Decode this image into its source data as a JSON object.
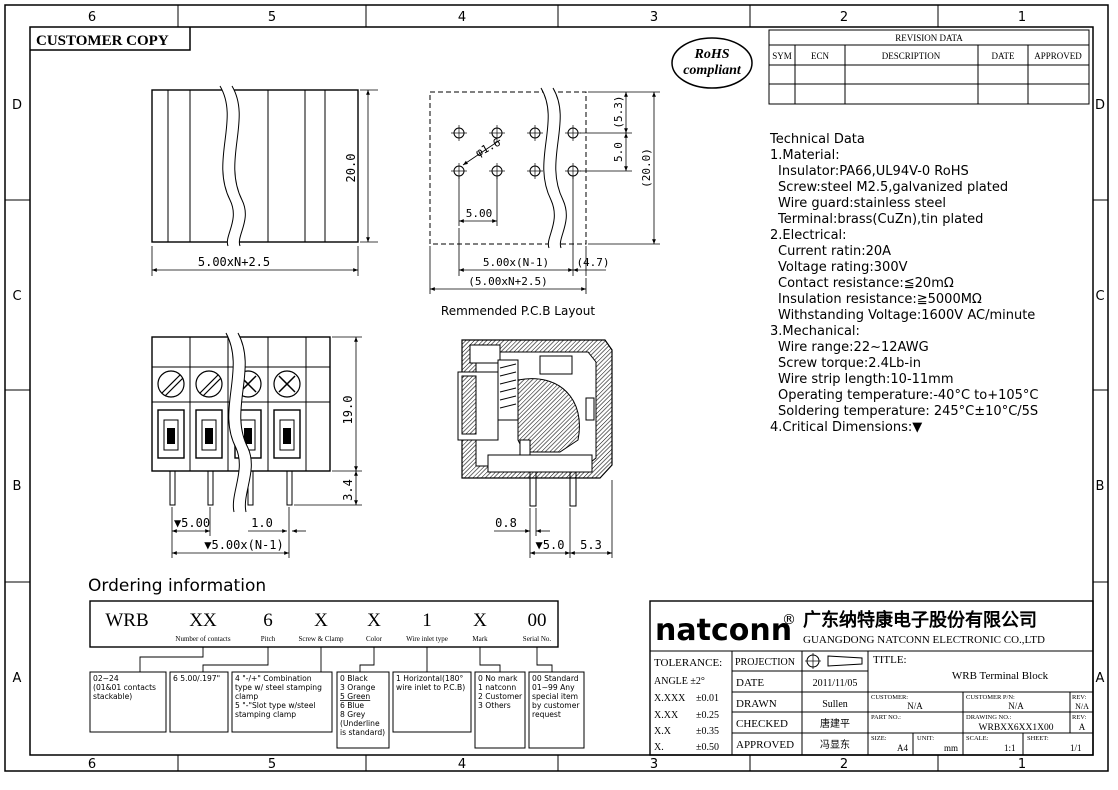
{
  "zones": {
    "columns": [
      "6",
      "5",
      "4",
      "3",
      "2",
      "1"
    ],
    "rows": [
      "D",
      "C",
      "B",
      "A"
    ]
  },
  "stamp": "CUSTOMER COPY",
  "rohs": {
    "line1": "RoHS",
    "line2": "compliant"
  },
  "revision": {
    "title": "REVISION DATA",
    "headers": [
      "SYM",
      "ECN",
      "DESCRIPTION",
      "DATE",
      "APPROVED"
    ]
  },
  "dims": {
    "top_width": "5.00xN+2.5",
    "top_height": "20.0",
    "hole_dia": "φ1.6",
    "hole_pitch": "5.00",
    "pcb_pitch": "5.00x(N-1)",
    "pcb_edge": "(4.7)",
    "pcb_total": "(5.00xN+2.5)",
    "pcb_top": "(5.3)",
    "pcb_row": "5.0",
    "pcb_height": "(20.0)",
    "front_height": "19.0",
    "pin_len": "3.4",
    "front_pitch": "▼5.00",
    "pin_dia": "1.0",
    "front_total": "▼5.00x(N-1)",
    "side_pin": "0.8",
    "side_pitch": "▼5.0",
    "side_edge": "5.3"
  },
  "pcb_caption": "Remmended P.C.B Layout",
  "tech": [
    "Technical Data",
    "1.Material:",
    "Insulator:PA66,UL94V-0 RoHS",
    "Screw:steel M2.5,galvanized plated",
    "Wire guard:stainless steel",
    "Terminal:brass(CuZn),tin plated",
    "2.Electrical:",
    "Current ratin:20A",
    "Voltage rating:300V",
    "Contact resistance:≦20mΩ",
    "Insulation resistance:≧5000MΩ",
    "Withstanding Voltage:1600V AC/minute",
    "3.Mechanical:",
    "Wire range:22~12AWG",
    "Screw torque:2.4Lb-in",
    "Wire strip length:10-11mm",
    "Operating temperature:-40°C to+105°C",
    "Soldering temperature: 245°C±10°C/5S",
    "4.Critical Dimensions:▼"
  ],
  "ordering": {
    "title": "Ordering information",
    "codes": [
      "WRB",
      "XX",
      "6",
      "X",
      "X",
      "1",
      "X",
      "00"
    ],
    "labels": [
      "Number of contacts",
      "Pitch",
      "Screw & Clamp",
      "Color",
      "Wire inlet type",
      "Mark",
      "Serial No."
    ],
    "options": [
      [
        "02~24",
        "(01&01 contacts",
        "stackable)"
      ],
      [
        "6 5.00/.197\""
      ],
      [
        "4 \"-/+\" Combination",
        "type w/ steel stamping",
        "clamp",
        "5 \"-\"Slot type w/steel",
        "stamping clamp"
      ],
      [
        "0 Black",
        "3 Orange",
        "5 Green",
        "6 Blue",
        "8 Grey",
        "(Underline",
        "is standard)"
      ],
      [
        "1 Horizontal(180°",
        "wire inlet to P.C.B)"
      ],
      [
        "0 No mark",
        "1 natconn",
        "2 Customer",
        "3 Others"
      ],
      [
        "00 Standard",
        "01~99 Any",
        "special item",
        "by customer",
        "request"
      ]
    ]
  },
  "title_block": {
    "brand": "natconn",
    "reg": "®",
    "company_cn": "广东纳特康电子股份有限公司",
    "company_en": "GUANGDONG NATCONN ELECTRONIC CO.,LTD",
    "tolerance_label": "TOLERANCE:",
    "tolerances": [
      [
        "ANGLE ±2°",
        ""
      ],
      [
        "X.XXX",
        "±0.01"
      ],
      [
        "X.XX",
        "±0.25"
      ],
      [
        "X.X",
        "±0.35"
      ],
      [
        "X.",
        "±0.50"
      ]
    ],
    "projection_label": "PROJECTION",
    "rows": [
      {
        "label": "DATE",
        "value": "2011/11/05"
      },
      {
        "label": "DRAWN",
        "value": "Sullen"
      },
      {
        "label": "CHECKED",
        "value": "唐建平"
      },
      {
        "label": "APPROVED",
        "value": "冯显东"
      }
    ],
    "title_label": "TITLE:",
    "title_value": "WRB Terminal Block",
    "customer_label": "CUSTOMER:",
    "customer_value": "N/A",
    "customer_pn_label": "CUSTOMER P/N:",
    "customer_pn_value": "N/A",
    "rev_label": "REV:",
    "rev1_value": "N/A",
    "part_no_label": "PART NO.:",
    "drawing_no_label": "DRAWING NO.:",
    "drawing_no_value": "WRBXX6XX1X00",
    "rev2_value": "A",
    "size_label": "SIZE:",
    "size_value": "A4",
    "unit_label": "UNIT:",
    "unit_value": "mm",
    "scale_label": "SCALE:",
    "scale_value": "1:1",
    "sheet_label": "SHEET:",
    "sheet_value": "1/1"
  }
}
